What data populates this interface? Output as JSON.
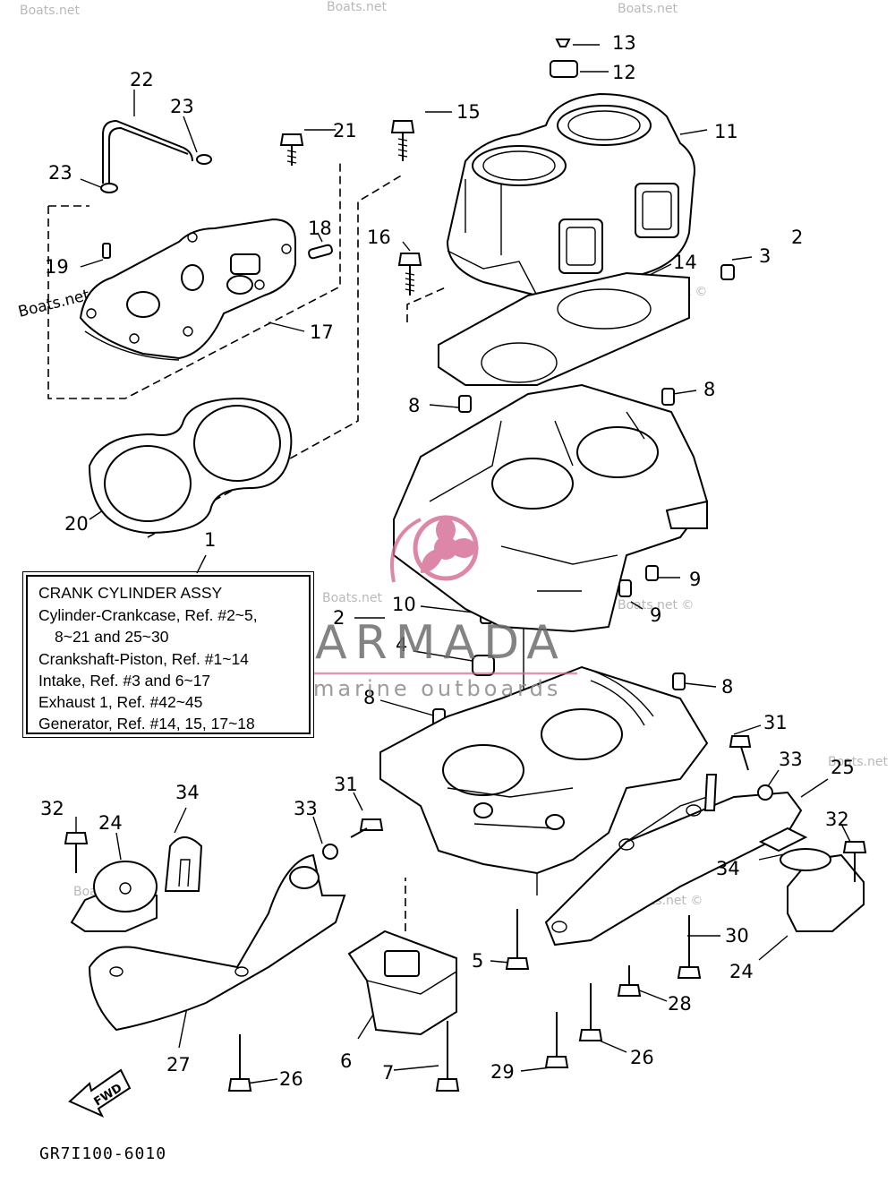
{
  "assy_box": {
    "title": "CRANK CYLINDER ASSY",
    "lines": [
      "Cylinder-Crankcase, Ref. #2~5,",
      "8~21 and 25~30",
      "Crankshaft-Piston, Ref. #1~14",
      "Intake, Ref. #3 and 6~17",
      "Exhaust 1, Ref. #42~45",
      "Generator, Ref. #14, 15, 17~18"
    ]
  },
  "callouts": [
    "1",
    "2",
    "3",
    "4",
    "5",
    "6",
    "7",
    "8",
    "9",
    "10",
    "11",
    "12",
    "13",
    "14",
    "15",
    "16",
    "17",
    "18",
    "19",
    "20",
    "21",
    "22",
    "23",
    "24",
    "25",
    "26",
    "27",
    "28",
    "29",
    "30",
    "31",
    "32",
    "33",
    "34"
  ],
  "fwd_label": "FWD",
  "drawing_code": "GR7I100-6010",
  "watermarks": {
    "site": "Boats.net",
    "copyright": "Boats.net ©"
  },
  "brand": {
    "name": "ARMADA",
    "tagline": "marine outboards",
    "logo_color": "#d46a92"
  }
}
